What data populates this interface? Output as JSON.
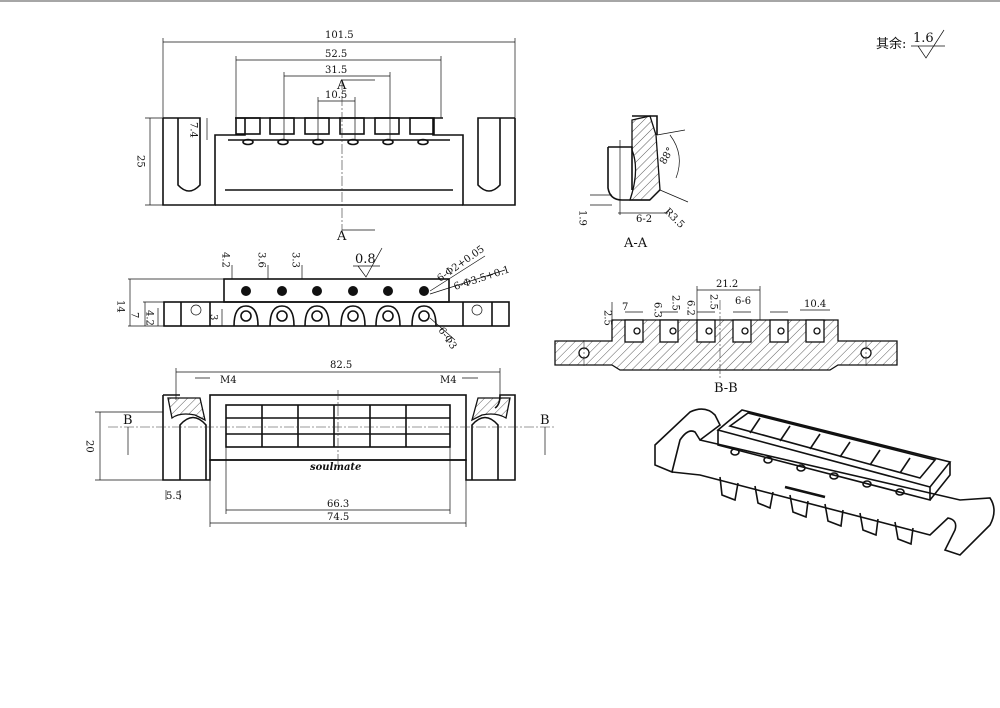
{
  "roughness_note": {
    "prefix": "其余:",
    "value": "1.6"
  },
  "front_view": {
    "dims": {
      "overall": "101.5",
      "outer_spacing": "52.5",
      "mid_spacing": "31.5",
      "inner_spacing": "10.5",
      "height": "25",
      "slot_depth": "7.4"
    },
    "section_mark_top": "A",
    "section_mark_bottom": "A"
  },
  "side_view": {
    "dims": {
      "d1": "4.2",
      "d2": "3.6",
      "d3": "3.3",
      "height": "14",
      "h2": "7",
      "h3": "4.2",
      "h4": "3"
    },
    "roughness": "0.8",
    "hole_callouts": [
      "6-Φ2+0.05",
      "6-Φ3.5+0.1",
      "6-Φ3"
    ]
  },
  "top_view": {
    "dims": {
      "overall": "82.5",
      "thread_left": "M4",
      "thread_right": "M4",
      "depth": "20",
      "edge": "5.5",
      "inner": "66.3",
      "body": "74.5"
    },
    "section_mark_left": "B",
    "section_mark_right": "B",
    "logo_text": "soulmate"
  },
  "section_aa": {
    "label": "A-A",
    "dims": {
      "angle": "88°",
      "radius": "R3.5",
      "h": "1.9",
      "w": "6-2"
    }
  },
  "section_bb": {
    "label": "B-B",
    "dims": {
      "a": "2.5",
      "b": "7",
      "c": "6.3",
      "d": "2.5",
      "e": "6.2",
      "f": "2.5",
      "span": "21.2",
      "slots": "6-6",
      "pitch": "10.4"
    }
  }
}
